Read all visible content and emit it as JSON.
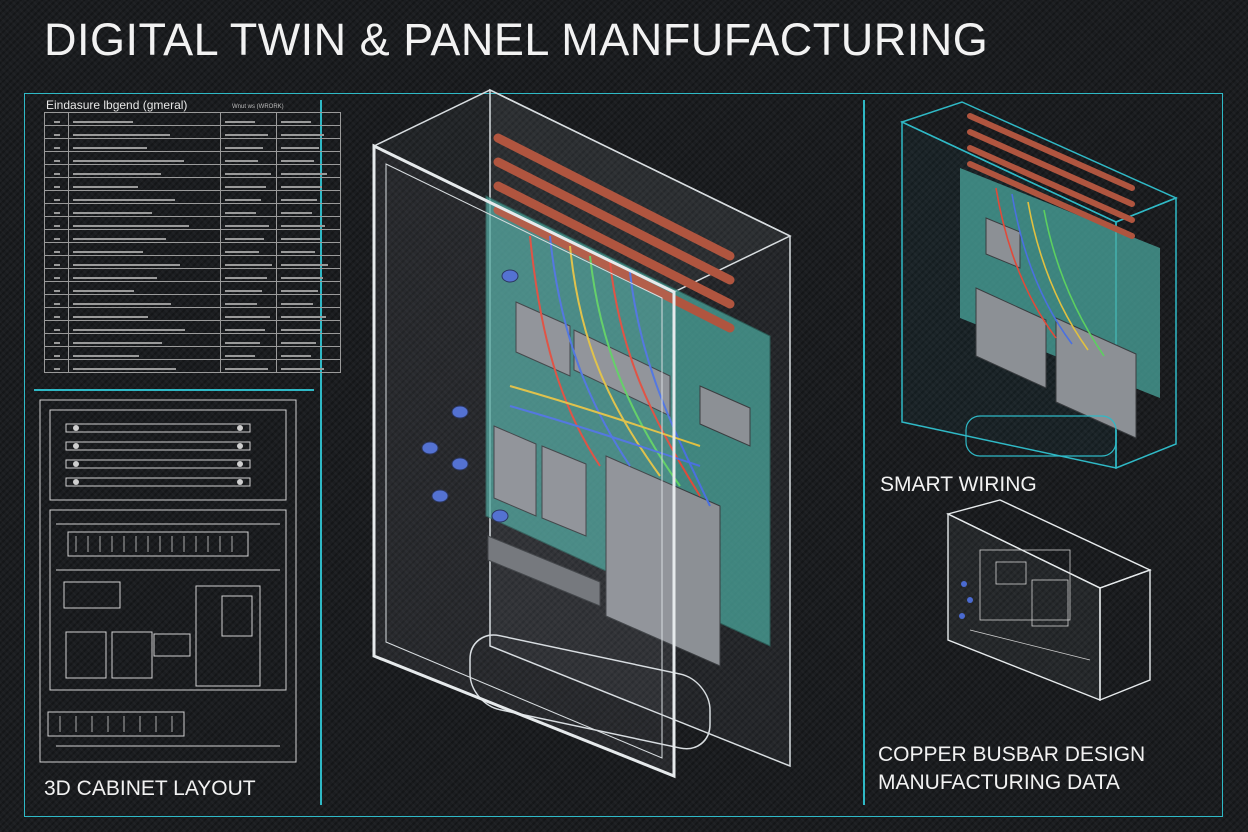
{
  "header": {
    "title": "DIGITAL TWIN & PANEL MANFUFACTURING"
  },
  "legend": {
    "title": "Eindasure lbgend (gmeral)",
    "right_caption": "Wnut ws (WRORK)",
    "rows": 20
  },
  "panels": {
    "layout_label": "3D CABINET LAYOUT",
    "wiring_label": "SMART WIRING",
    "busbar_label_line1": "COPPER BUSBAR DESIGN",
    "busbar_label_line2": "MANUFACTURING DATA"
  },
  "colors": {
    "accent": "#2fb9c6",
    "panel_teal": "#4aa69c",
    "copper": "#b0553f",
    "wire_red": "#e04a3a",
    "wire_blue": "#4a70e0",
    "wire_yellow": "#e0c040",
    "wire_green": "#5ccf60"
  }
}
